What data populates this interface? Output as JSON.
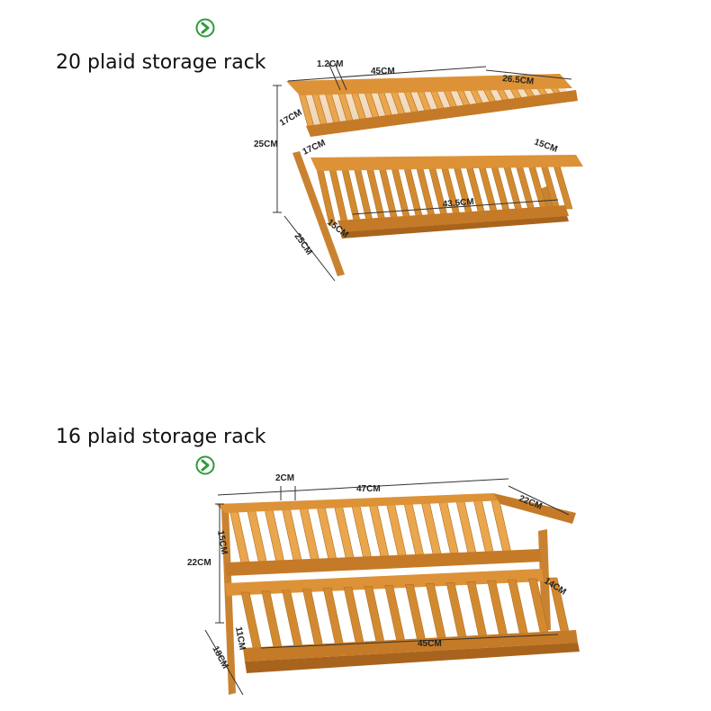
{
  "icon": {
    "name": "arrow-right-circle-icon",
    "ring_color": "#2e9b3a",
    "arrow_color": "#2e9b3a"
  },
  "colors": {
    "wood_light": "#e9a64d",
    "wood_mid": "#d28a31",
    "wood_dark": "#a8641c"
  },
  "rack_20": {
    "title": "20 plaid storage rack",
    "slots": 20,
    "dims": {
      "slot_width": "1.2CM",
      "length": "45CM",
      "depth_top": "26.5CM",
      "upper_height": "17CM",
      "total_height": "25CM",
      "mid_height": "17CM",
      "lower_depth": "15CM",
      "inner_length": "43.5CM",
      "front_depth": "15CM",
      "leg_length": "25CM"
    }
  },
  "rack_16": {
    "title": "16 plaid storage rack",
    "slots": 16,
    "dims": {
      "slot_width": "2CM",
      "length": "47CM",
      "depth_top": "22CM",
      "upper_height": "15CM",
      "total_height": "22CM",
      "lower_depth": "14CM",
      "front_height": "11CM",
      "inner_length": "45CM",
      "leg_length": "18CM"
    }
  }
}
